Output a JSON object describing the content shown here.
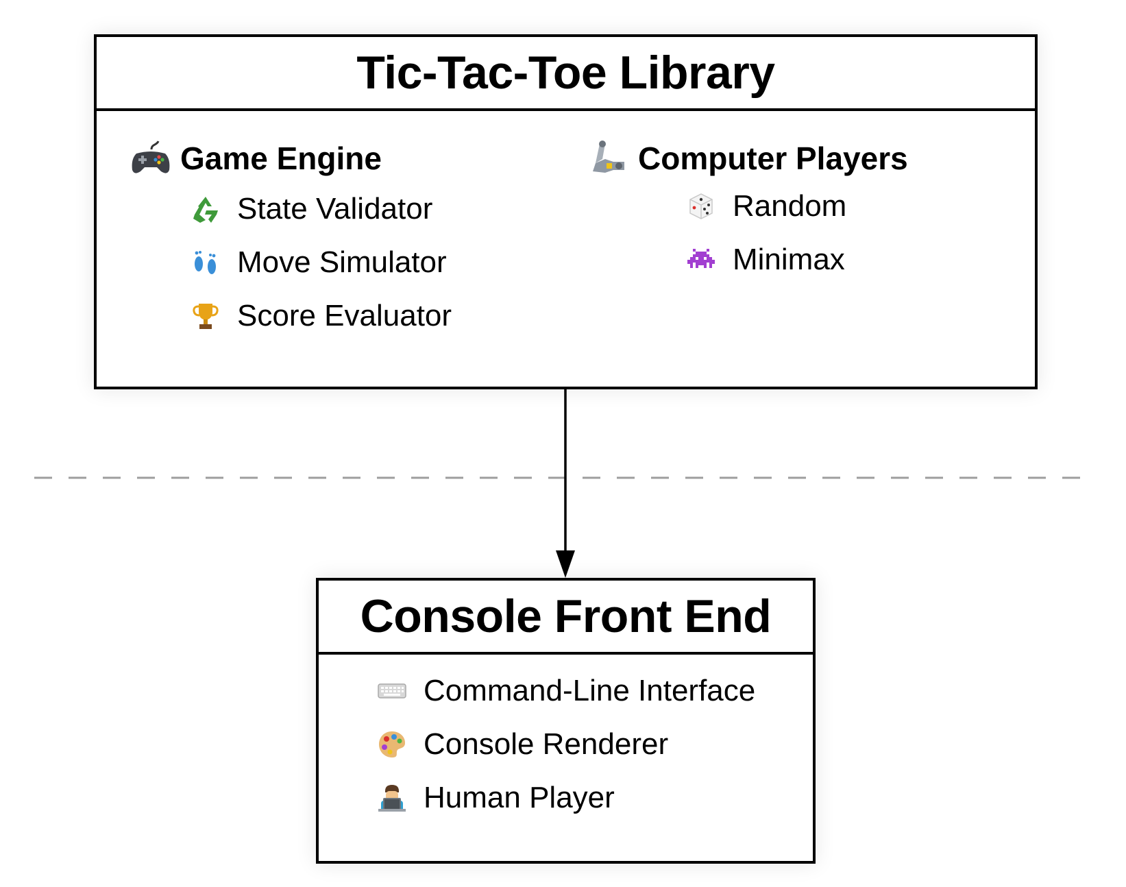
{
  "library": {
    "title": "Tic-Tac-Toe Library",
    "groups": [
      {
        "title": "Game Engine",
        "icon": "game-controller-icon",
        "items": [
          {
            "label": "State Validator",
            "icon": "recycle-icon"
          },
          {
            "label": "Move Simulator",
            "icon": "footprints-icon"
          },
          {
            "label": "Score Evaluator",
            "icon": "trophy-icon"
          }
        ]
      },
      {
        "title": "Computer Players",
        "icon": "mechanical-arm-icon",
        "items": [
          {
            "label": "Random",
            "icon": "die-icon"
          },
          {
            "label": "Minimax",
            "icon": "space-invader-icon"
          }
        ]
      }
    ]
  },
  "frontend": {
    "title": "Console Front End",
    "items": [
      {
        "label": "Command-Line Interface",
        "icon": "keyboard-icon"
      },
      {
        "label": "Console Renderer",
        "icon": "artist-palette-icon"
      },
      {
        "label": "Human Player",
        "icon": "technologist-icon"
      }
    ]
  },
  "colors": {
    "border": "#000000",
    "separator": "#9e9e9e",
    "invader": "#a23fd1",
    "recycle": "#3f9a3a",
    "footprint": "#3a8fd8",
    "trophy": "#e8a317"
  }
}
